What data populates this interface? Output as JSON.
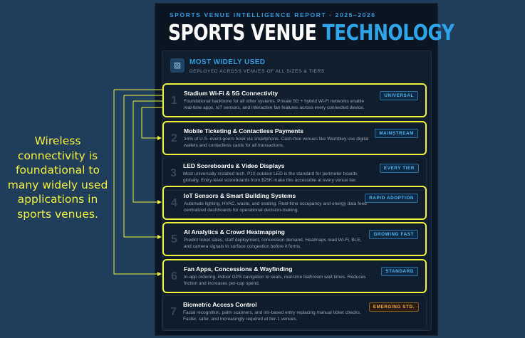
{
  "callout": "Wireless connectivity is foundational to many widely used applications in sports venues.",
  "report": {
    "kicker": "SPORTS VENUE INTELLIGENCE REPORT · 2025–2026",
    "title_main": "SPORTS VENUE ",
    "title_accent": "TECHNOLOGY"
  },
  "section": {
    "title": "MOST WIDELY USED",
    "subtitle": "DEPLOYED ACROSS VENUES OF ALL SIZES & TIERS",
    "icon": "chart-icon"
  },
  "items": [
    {
      "num": "1",
      "title": "Stadium Wi-Fi & 5G Connectivity",
      "desc": "Foundational backbone for all other systems. Private 5G + hybrid Wi-Fi networks enable real-time apps, IoT sensors, and interactive fan features across every connected device.",
      "badge": "UNIVERSAL"
    },
    {
      "num": "2",
      "title": "Mobile Ticketing & Contactless Payments",
      "desc": "34% of U.S. event-goers book via smartphone. Cash-free venues like Wembley use digital wallets and contactless cards for all transactions.",
      "badge": "MAINSTREAM"
    },
    {
      "num": "3",
      "title": "LED Scoreboards & Video Displays",
      "desc": "Most universally installed tech. P10 outdoor LED is the standard for perimeter boards globally. Entry-level scoreboards from $25K make this accessible at every venue tier.",
      "badge": "EVERY TIER"
    },
    {
      "num": "4",
      "title": "IoT Sensors & Smart Building Systems",
      "desc": "Automate lighting, HVAC, waste, and seating. Real-time occupancy and energy data feed centralized dashboards for operational decision-making.",
      "badge": "RAPID ADOPTION"
    },
    {
      "num": "5",
      "title": "AI Analytics & Crowd Heatmapping",
      "desc": "Predict ticket sales, staff deployment, concession demand. Heatmaps read Wi-Fi, BLE, and camera signals to surface congestion before it forms.",
      "badge": "GROWING FAST"
    },
    {
      "num": "6",
      "title": "Fan Apps, Concessions & Wayfinding",
      "desc": "In-app ordering, indoor GPS navigation to seats, real-time bathroom wait times. Reduces friction and increases per-cap spend.",
      "badge": "STANDARD"
    },
    {
      "num": "7",
      "title": "Biometric Access Control",
      "desc": "Facial recognition, palm scanners, and iris-based entry replacing manual ticket checks. Faster, safer, and increasingly required at tier-1 venues.",
      "badge": "EMERGING STD."
    }
  ],
  "colors": {
    "highlight": "#eff23a",
    "accent": "#2ea4ea",
    "badge_orange": "#f0a24a"
  }
}
